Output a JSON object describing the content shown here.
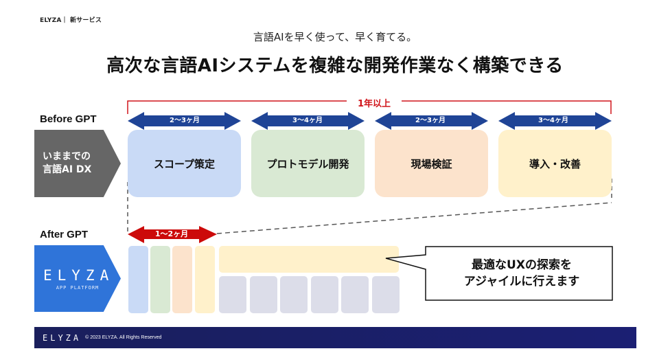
{
  "header": {
    "brand_tag": "ELYZA｜ 新サービス",
    "subtitle": "言語AIを早く使って、早く育てる。",
    "title": "高次な言語AIシステムを複雑な開発作業なく構築できる"
  },
  "before": {
    "label": "Before GPT",
    "chevron_line1": "いままでの",
    "chevron_line2": "言語AI DX",
    "total_label": "1年以上",
    "phases": [
      {
        "name": "スコープ策定",
        "duration": "2〜3ヶ月",
        "color": "#c9daf6"
      },
      {
        "name": "プロトモデル開発",
        "duration": "3〜4ヶ月",
        "color": "#d9e9d3"
      },
      {
        "name": "現場検証",
        "duration": "2〜3ヶ月",
        "color": "#fce3cc"
      },
      {
        "name": "導入・改善",
        "duration": "3〜4ヶ月",
        "color": "#fff1cb"
      }
    ]
  },
  "after": {
    "label": "After GPT",
    "platform_logo": "ELYZA",
    "platform_sub": "APP PLATFORM",
    "duration": "1〜2ヶ月",
    "callout_line1": "最適なUXの探索を",
    "callout_line2": "アジャイルに行えます"
  },
  "colors": {
    "arrow_blue": "#1f4496",
    "arrow_red": "#cc0a0a",
    "bracket_red": "#d0141a",
    "iteration_gray": "#dcdde9",
    "footer_navy": "#1b1f6a"
  },
  "footer": {
    "logo": "ELYZA",
    "copyright": "© 2023 ELYZA. All Rights Reserved"
  }
}
